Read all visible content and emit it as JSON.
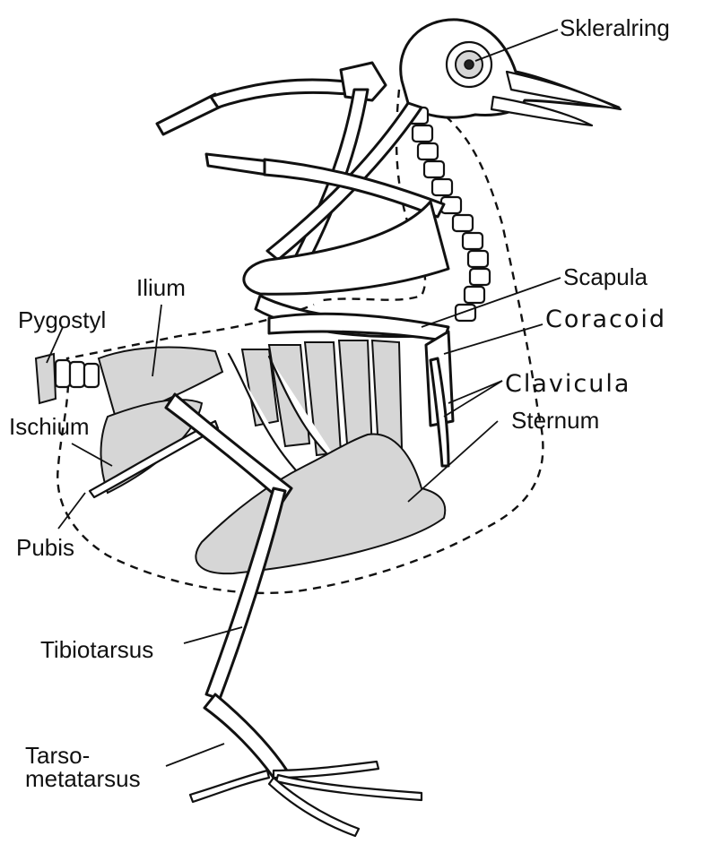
{
  "labels": {
    "skleralring": "Skleralring",
    "ilium": "Ilium",
    "pygostyl": "Pygostyl",
    "scapula": "Scapula",
    "coracoid": "Coracoid",
    "clavicula": "Clavicula",
    "ischium": "Ischium",
    "sternum": "Sternum",
    "pubis": "Pubis",
    "tibiotarsus": "Tibiotarsus",
    "tarso_line1": "Tarso-",
    "tarso_line2": "metatarsus"
  }
}
